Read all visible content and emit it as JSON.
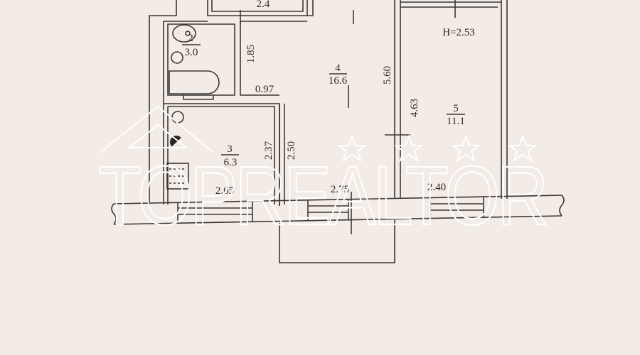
{
  "plan": {
    "ceiling_height": "H=2.53",
    "rooms": [
      {
        "number": "2",
        "area": "3.0"
      },
      {
        "number": "3",
        "area": "6.3"
      },
      {
        "number": "4",
        "area": "16.6"
      },
      {
        "number": "5",
        "area": "11.1"
      }
    ],
    "top_room_area": "2.4",
    "dimensions": {
      "bath_height": "1.85",
      "corridor_width": "0.97",
      "room4_length": "5.60",
      "room5_length": "4.63",
      "kitchen_length": "2.37",
      "room4_partial": "2.50",
      "kitchen_width": "2.65",
      "room4_width": "2.75",
      "room5_width": "2.40"
    }
  },
  "watermark": {
    "text": "TOPREALTOR"
  },
  "colors": {
    "paper": "#f3ebe5",
    "ink": "#3b3836",
    "watermark": "#ffffff"
  }
}
